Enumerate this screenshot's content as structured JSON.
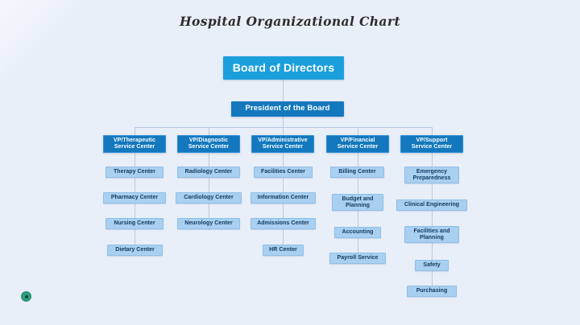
{
  "title": "Hospital Organizational Chart",
  "colors": {
    "background": "#e9eff9",
    "root_box": "#1b9fdc",
    "mid_box": "#1378bd",
    "leaf_box": "#a9d0f0",
    "leaf_text": "#133a63",
    "connector": "#b9c7de",
    "badge": "#2f9d7e"
  },
  "badge": {
    "name": "green-status-badge-icon"
  },
  "chart_data": {
    "type": "diagram",
    "diagram_type": "organizational-chart",
    "title": "Hospital Organizational Chart",
    "root": {
      "label": "Board of Directors"
    },
    "second_level": {
      "label": "President of the Board"
    },
    "branches": [
      {
        "head_line1": "VP/Therapeutic",
        "head_line2": "Service Center",
        "children": [
          "Therapy Center",
          "Pharmacy Center",
          "Nursing Center",
          "Dietary Center"
        ]
      },
      {
        "head_line1": "VP/Diagnostic",
        "head_line2": "Service Center",
        "children": [
          "Radiology Center",
          "Cardiology Center",
          "Neurology Center"
        ]
      },
      {
        "head_line1": "VP/Administrative",
        "head_line2": "Service Center",
        "children": [
          "Facilities Center",
          "Information Center",
          "Admissions Center",
          "HR Center"
        ]
      },
      {
        "head_line1": "VP/Financial",
        "head_line2": "Service Center",
        "children": [
          "Billing Center",
          "Budget and\nPlanning",
          "Accounting",
          "Payroll Service"
        ]
      },
      {
        "head_line1": "VP/Support",
        "head_line2": "Service Center",
        "children": [
          "Emergency\nPreparedness",
          "Clinical Engineering",
          "Facilities and\nPlanning",
          "Safety",
          "Purchasing"
        ]
      }
    ]
  }
}
